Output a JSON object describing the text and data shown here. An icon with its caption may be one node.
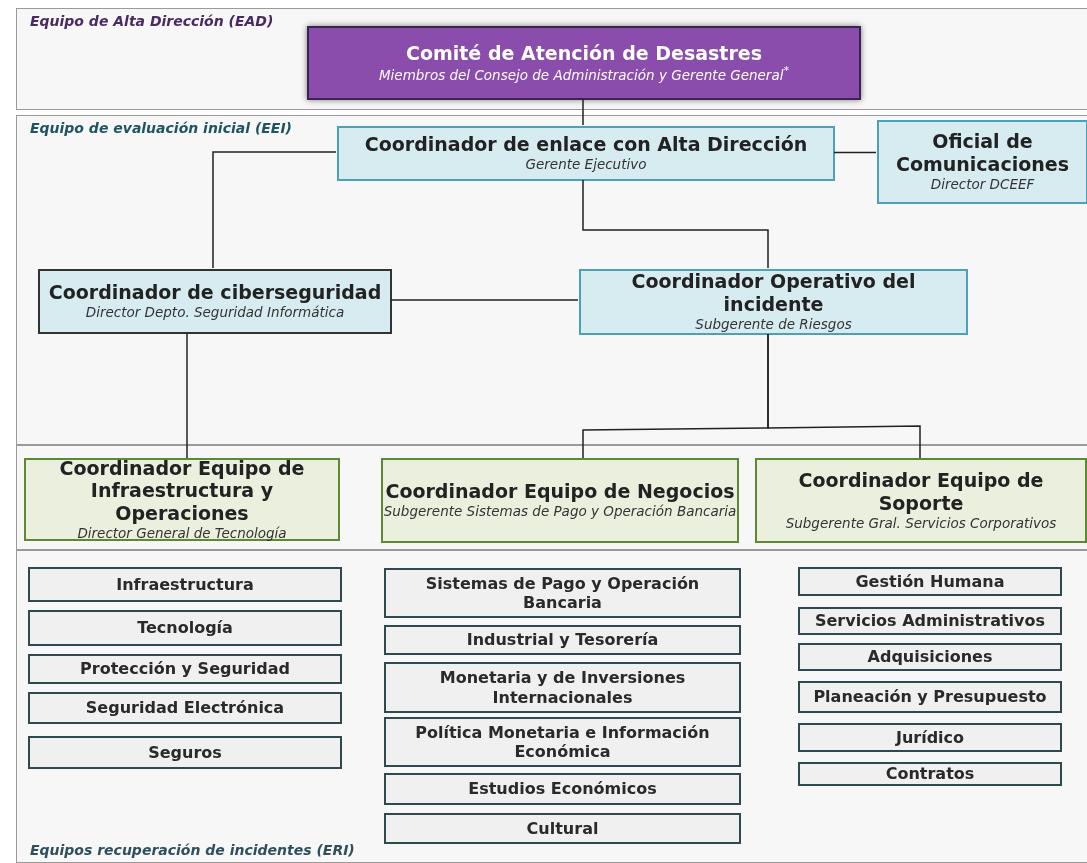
{
  "diagram": {
    "nodes": [
      {
        "text": [
          "Equipo de Alta Dirección (EAD)"
        ]
      },
      {
        "text": [
          "Comité de Atención de Desastres",
          "Miembros del Consejo de Administración y Gerente General$^{*}$"
        ],
        "in": 0
      },
      {
        "text": [
          "Equipo de evaluación inicial (EEI)"
        ]
      },
      {
        "text": [
          "Coordinador de enlace con Alta Dirección",
          "Gerente Ejecutivo"
        ],
        "in": 2
      },
      {
        "text": [
          "Oficial de Comunicaciones",
          "Director DCEEF"
        ],
        "in": 2
      },
      {
        "text": [
          "Coordinador de ciberseguridad",
          "Director Depto. Seguridad Informática"
        ],
        "in": 2
      },
      {
        "text": [
          "Coordinador Operativo del incidente",
          "Subgerente de Riesgos"
        ],
        "in": 2
      },
      {
        "text": [
          "Coordinador Equipo de Infraestructura y Operaciones",
          "Director General de Tecnología"
        ]
      },
      {
        "text": [
          "Coordinador Equipo de Negocios",
          "Subgerente Sistemas de Pago y Operación Bancaria"
        ]
      },
      {
        "text": [
          "Coordinador Equipo de Soporte",
          "Subgerente Gral. Servicios Corporativos"
        ]
      },
      {
        "text": [
          "Equipos recuperación de incidentes (ERI)"
        ]
      },
      {
        "text": [
          "Infraestructura"
        ],
        "in": 10
      },
      {
        "text": [
          "Tecnología"
        ],
        "in": 10
      },
      {
        "text": [
          "Protección y Seguridad"
        ],
        "in": 10
      },
      {
        "text": [
          "Seguridad Electrónica"
        ],
        "in": 10
      },
      {
        "text": [
          "Seguros"
        ],
        "in": 10
      },
      {
        "text": [
          "Sistemas de Pago y Operación Bancaria"
        ],
        "in": 10
      },
      {
        "text": [
          "Industrial y Tesorería"
        ],
        "in": 10
      },
      {
        "text": [
          "Monetaria y de Inversiones Internacionales"
        ],
        "in": 10
      },
      {
        "text": [
          "Política Monetaria e Información Económica"
        ],
        "in": 10
      },
      {
        "text": [
          "Estudios Económicos"
        ],
        "in": 10
      },
      {
        "text": [
          "Cultural"
        ],
        "in": 10
      },
      {
        "text": [
          "Gestión Humana"
        ],
        "in": 10
      },
      {
        "text": [
          "Servicios Administrativos"
        ],
        "in": 10
      },
      {
        "text": [
          "Adquisiciones"
        ],
        "in": 10
      },
      {
        "text": [
          "Planeación y Presupuesto"
        ],
        "in": 10
      },
      {
        "text": [
          "Jurídico"
        ],
        "in": 10
      },
      {
        "text": [
          "Contratos"
        ],
        "in": 10
      }
    ],
    "edges": [
      {
        "from": 1,
        "to": 3,
        "arrow": "none"
      },
      {
        "from": 3,
        "to": 4,
        "arrow": "none"
      },
      {
        "from": 3,
        "to": 5,
        "arrow": "none"
      },
      {
        "from": 3,
        "to": 6,
        "arrow": "none"
      },
      {
        "from": 5,
        "to": 6,
        "arrow": "none"
      },
      {
        "from": 5,
        "to": 7,
        "arrow": "none"
      },
      {
        "from": 6,
        "to": 8,
        "arrow": "none"
      },
      {
        "from": 6,
        "to": 9,
        "arrow": "none"
      }
    ]
  }
}
